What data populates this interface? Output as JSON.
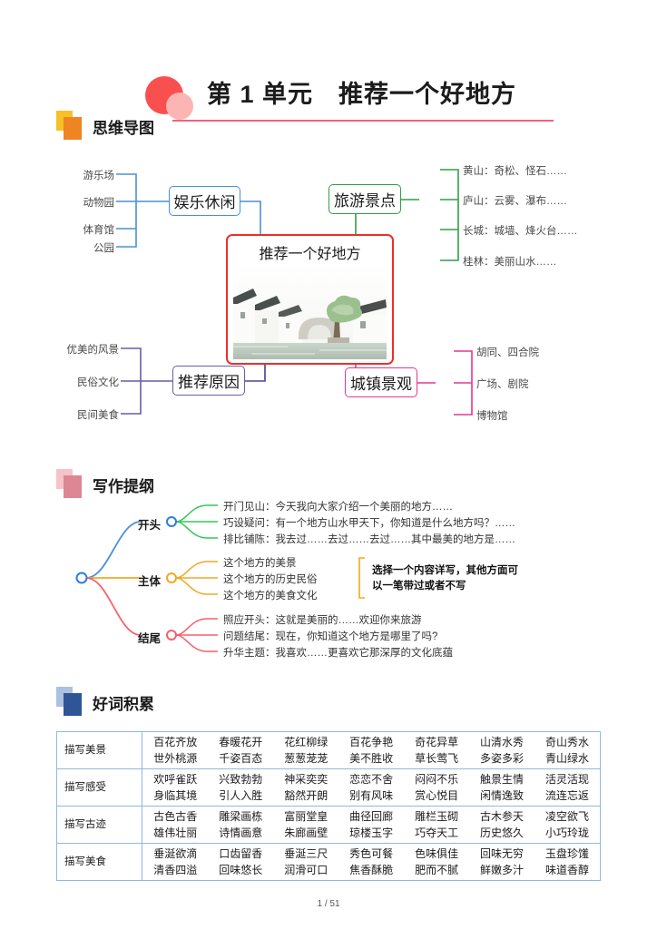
{
  "page": {
    "title": "第 1 单元　推荐一个好地方",
    "footer": "1 / 51",
    "colors": {
      "title_dot": "#f9504f",
      "title_rule": "#f2607f",
      "center_border": "#e8312a",
      "branch_blue": "#4a90d9",
      "branch_green": "#2f9e44",
      "branch_purple": "#6b5ca5",
      "branch_pink": "#e8368f",
      "table_border": "#8fb8e0"
    }
  },
  "sections": [
    {
      "id": "mindmap",
      "label": "思维导图",
      "icon_back": "#f6c026",
      "icon_front": "#ef8422"
    },
    {
      "id": "outline",
      "label": "写作提纲",
      "icon_back": "#f5c3c9",
      "icon_front": "#dc8793"
    },
    {
      "id": "vocab",
      "label": "好词积累",
      "icon_back": "#aebfe4",
      "icon_front": "#2f5597"
    }
  ],
  "mindmap": {
    "center": {
      "label": "推荐一个好地方",
      "image_alt": "江南水乡 白墙黑瓦 石拱桥 小河 大树"
    },
    "branches": [
      {
        "id": "entertainment",
        "label": "娱乐休闲",
        "color": "#4a90d9",
        "side": "left",
        "items": [
          "游乐场",
          "动物园",
          "体育馆",
          "公园"
        ]
      },
      {
        "id": "scenic",
        "label": "旅游景点",
        "color": "#2f9e44",
        "side": "right",
        "items": [
          "黄山：奇松、怪石……",
          "庐山：云雾、瀑布……",
          "长城：城墙、烽火台……",
          "桂林：美丽山水……"
        ]
      },
      {
        "id": "reason",
        "label": "推荐原因",
        "color": "#6b5ca5",
        "side": "left",
        "items": [
          "优美的风景",
          "民俗文化",
          "民间美食"
        ]
      },
      {
        "id": "townscape",
        "label": "城镇景观",
        "color": "#e8368f",
        "side": "right",
        "items": [
          "胡同、四合院",
          "广场、剧院",
          "博物馆"
        ]
      }
    ]
  },
  "outline": {
    "groups": [
      {
        "id": "opening",
        "label": "开头",
        "color": "#34c759",
        "items": [
          "开门见山：今天我向大家介绍一个美丽的地方……",
          "巧设疑问：有一个地方山水甲天下，你知道是什么地方吗？……",
          "排比铺陈：我去过……去过……去过……其中最美的地方是……"
        ]
      },
      {
        "id": "body",
        "label": "主体",
        "color": "#f5a623",
        "items": [
          "这个地方的美景",
          "这个地方的历史民俗",
          "这个地方的美食文化"
        ],
        "note": [
          "选择一个内容详写，其他方面可",
          "以一笔带过或者不写"
        ]
      },
      {
        "id": "ending",
        "label": "结尾",
        "color": "#f4616b",
        "items": [
          "照应开头：这就是美丽的……欢迎你来旅游",
          "问题结尾：现在，你知道这个地方是哪里了吗?",
          "升华主题：我喜欢……更喜欢它那深厚的文化底蕴"
        ]
      }
    ]
  },
  "vocab_table": {
    "rows": [
      {
        "category": "描写美景",
        "line1": [
          "百花齐放",
          "春暖花开",
          "花红柳绿",
          "百花争艳",
          "奇花异草",
          "山清水秀",
          "奇山秀水"
        ],
        "line2": [
          "世外桃源",
          "千姿百态",
          "葱葱茏茏",
          "美不胜收",
          "草长莺飞",
          "多姿多彩",
          "青山绿水"
        ]
      },
      {
        "category": "描写感受",
        "line1": [
          "欢呼雀跃",
          "兴致勃勃",
          "神采奕奕",
          "恋恋不舍",
          "闷闷不乐",
          "触景生情",
          "活灵活现"
        ],
        "line2": [
          "身临其境",
          "引人入胜",
          "豁然开朗",
          "别有风味",
          "赏心悦目",
          "闲情逸致",
          "流连忘返"
        ]
      },
      {
        "category": "描写古迹",
        "line1": [
          "古色古香",
          "雕梁画栋",
          "富丽堂皇",
          "曲径回廊",
          "雕栏玉砌",
          "古木参天",
          "凌空欲飞"
        ],
        "line2": [
          "雄伟壮丽",
          "诗情画意",
          "朱廊画壁",
          "琼楼玉字",
          "巧夺天工",
          "历史悠久",
          "小巧玲珑"
        ]
      },
      {
        "category": "描写美食",
        "line1": [
          "垂涎欲滴",
          "口齿留香",
          "垂涎三尺",
          "秀色可餐",
          "色味俱佳",
          "回味无穷",
          "玉盘珍馐"
        ],
        "line2": [
          "清香四溢",
          "回味悠长",
          "润滑可口",
          "焦香酥脆",
          "肥而不腻",
          "鲜嫩多汁",
          "味道香醇"
        ]
      }
    ]
  }
}
